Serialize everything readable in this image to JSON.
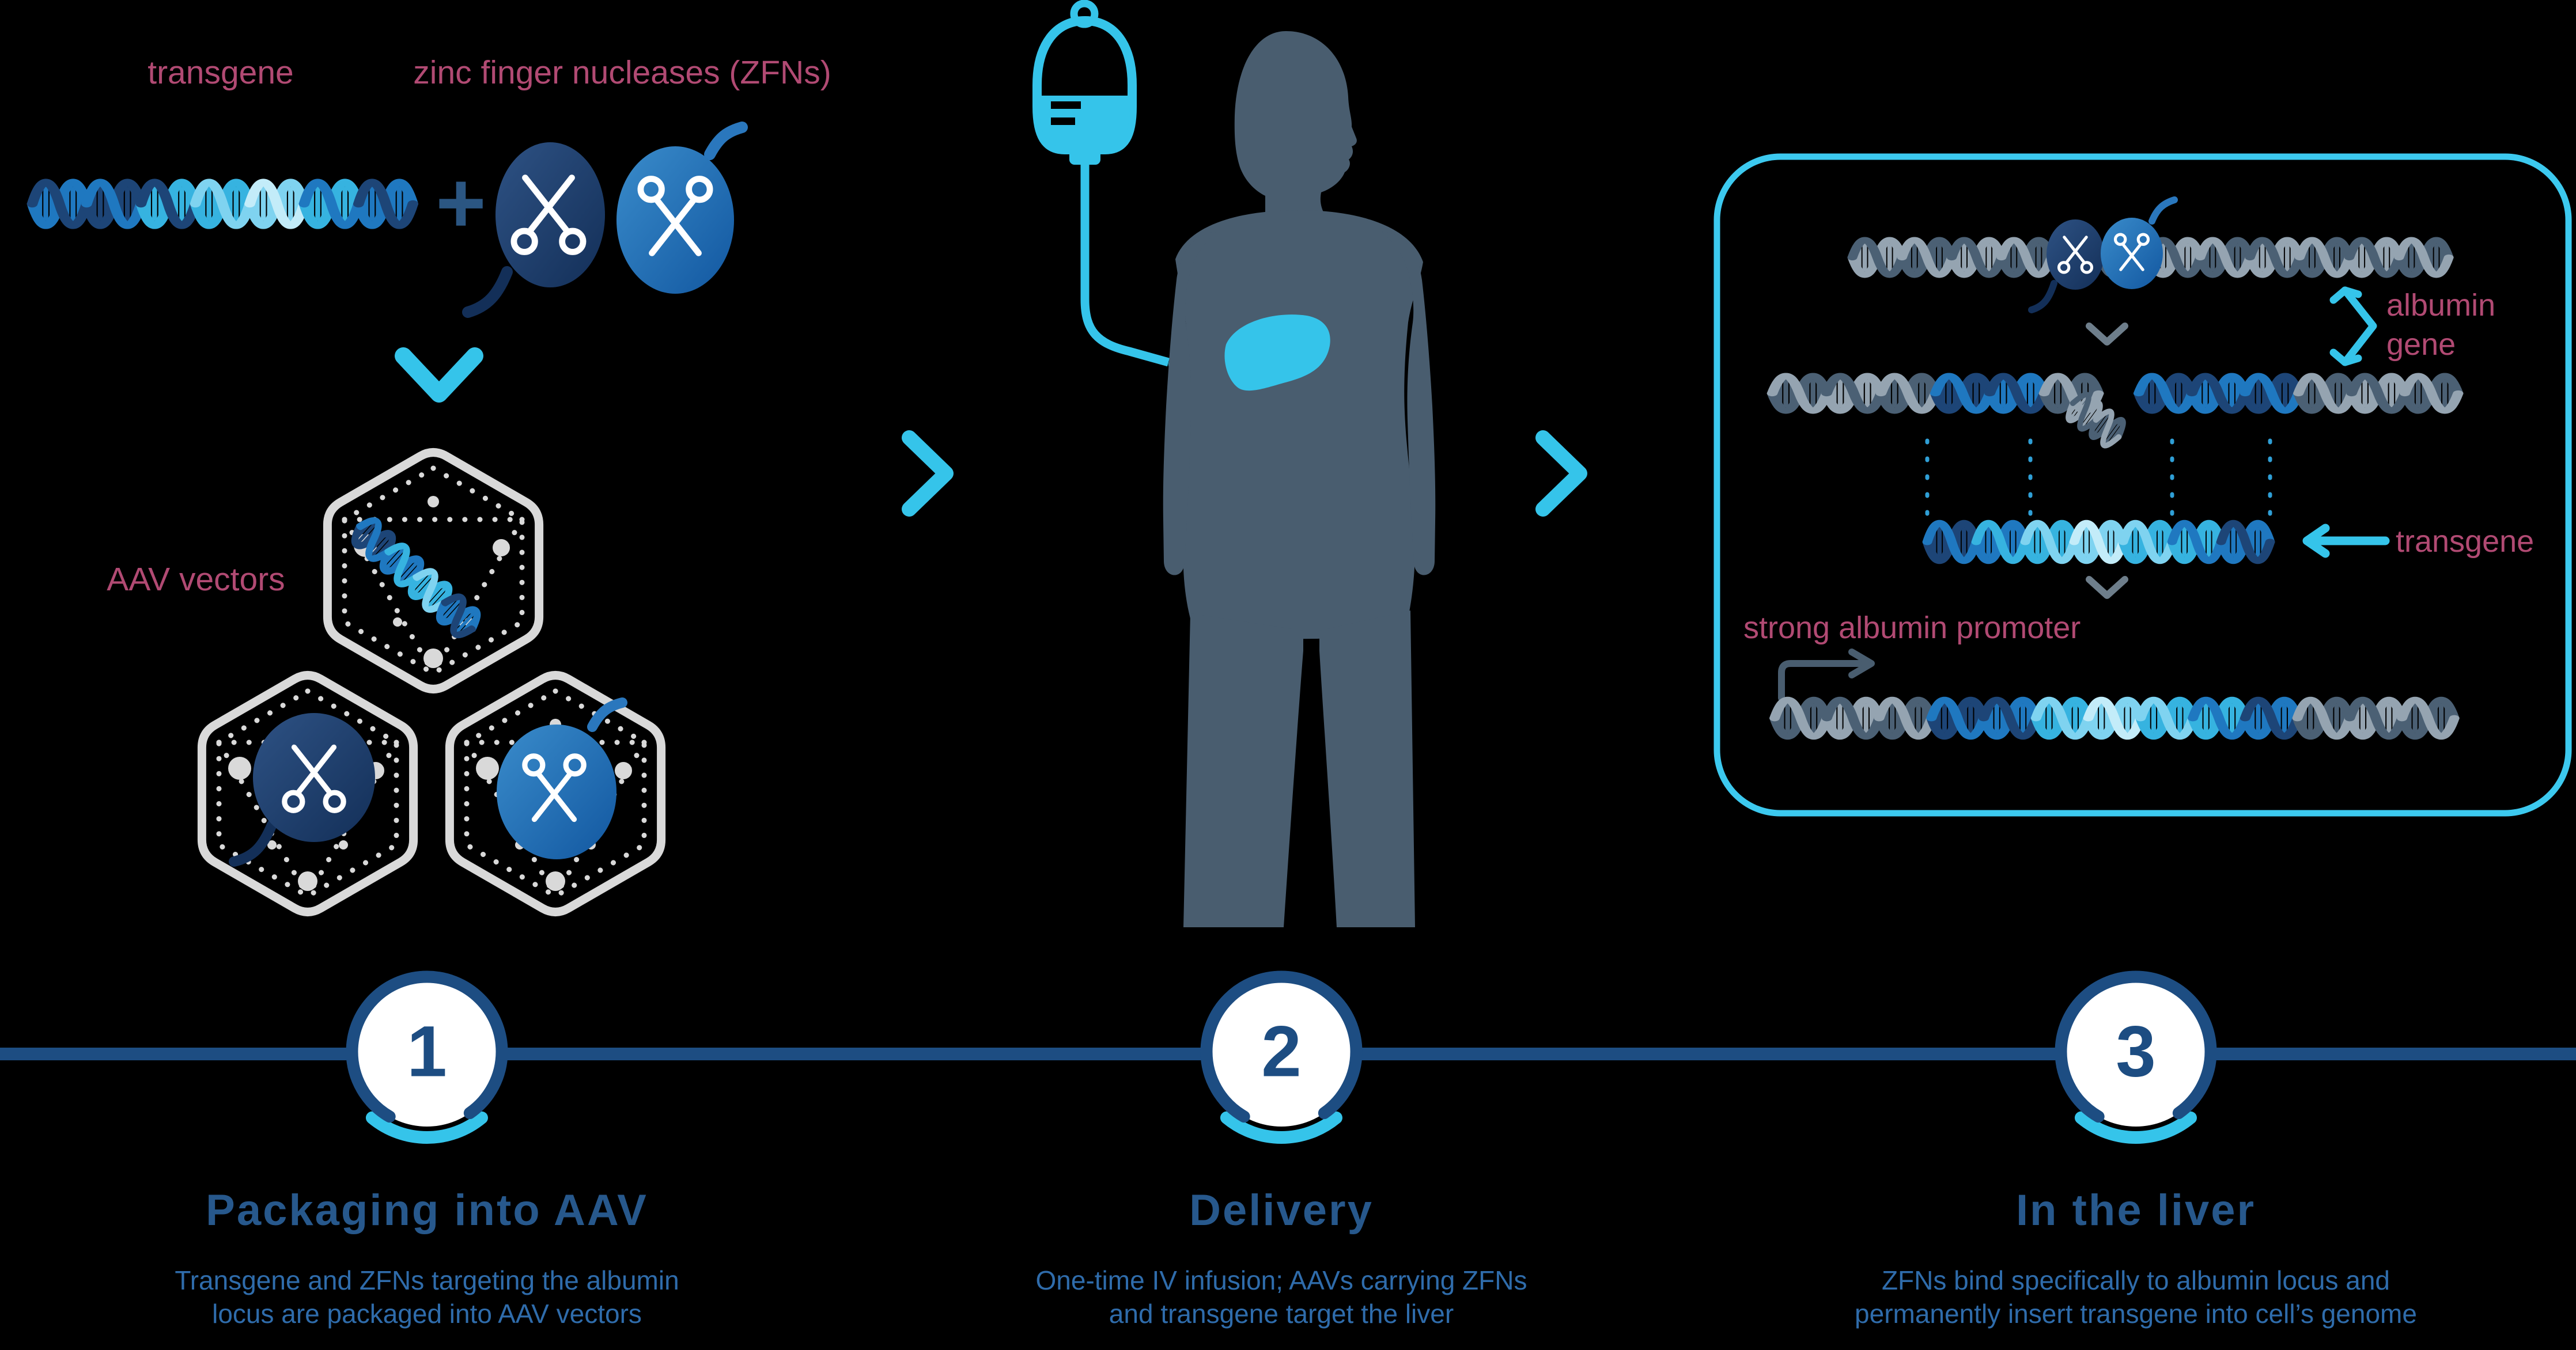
{
  "colors": {
    "pink": "#b14a73",
    "cyan": "#35c4ea",
    "cyan_dot": "#2f9fd6",
    "navy": "#1d4577",
    "blue": "#1f78c0",
    "cyan_m": "#36b3e0",
    "cyan_l": "#7fd3f0",
    "cyan_xl": "#c3ecf9",
    "slate": "#495d6f",
    "slate_d": "#4b6074",
    "slate_l": "#95a4b1",
    "hex_gray": "#d9d9d9",
    "timeline": "#1d4d82",
    "title_blue": "#27588c",
    "desc_blue": "#2f6cab",
    "blob_navy_1": "#2e5284",
    "blob_navy_2": "#132f58",
    "blob_blue_1": "#3a8ccb",
    "blob_blue_2": "#1257a0",
    "chevron_gray": "#6e7e8b"
  },
  "header": {
    "transgene_label": "transgene",
    "zfn_label": "zinc finger nucleases (ZFNs)",
    "plus_sign": "+",
    "aav_vectors_label": "AAV vectors"
  },
  "liver_box": {
    "albumin_gene_label_line1": "albumin",
    "albumin_gene_label_line2": "gene",
    "transgene_label": "transgene",
    "promoter_label": "strong albumin promoter"
  },
  "steps": [
    {
      "number": "1",
      "title": "Packaging into AAV",
      "description": "Transgene and ZFNs targeting the albumin locus are packaged into AAV vectors"
    },
    {
      "number": "2",
      "title": "Delivery",
      "description": "One-time IV infusion; AAVs carrying ZFNs and transgene target the liver"
    },
    {
      "number": "3",
      "title": "In the liver",
      "description": "ZFNs bind specifically to albumin locus and permanently insert transgene into cell’s genome"
    }
  ]
}
